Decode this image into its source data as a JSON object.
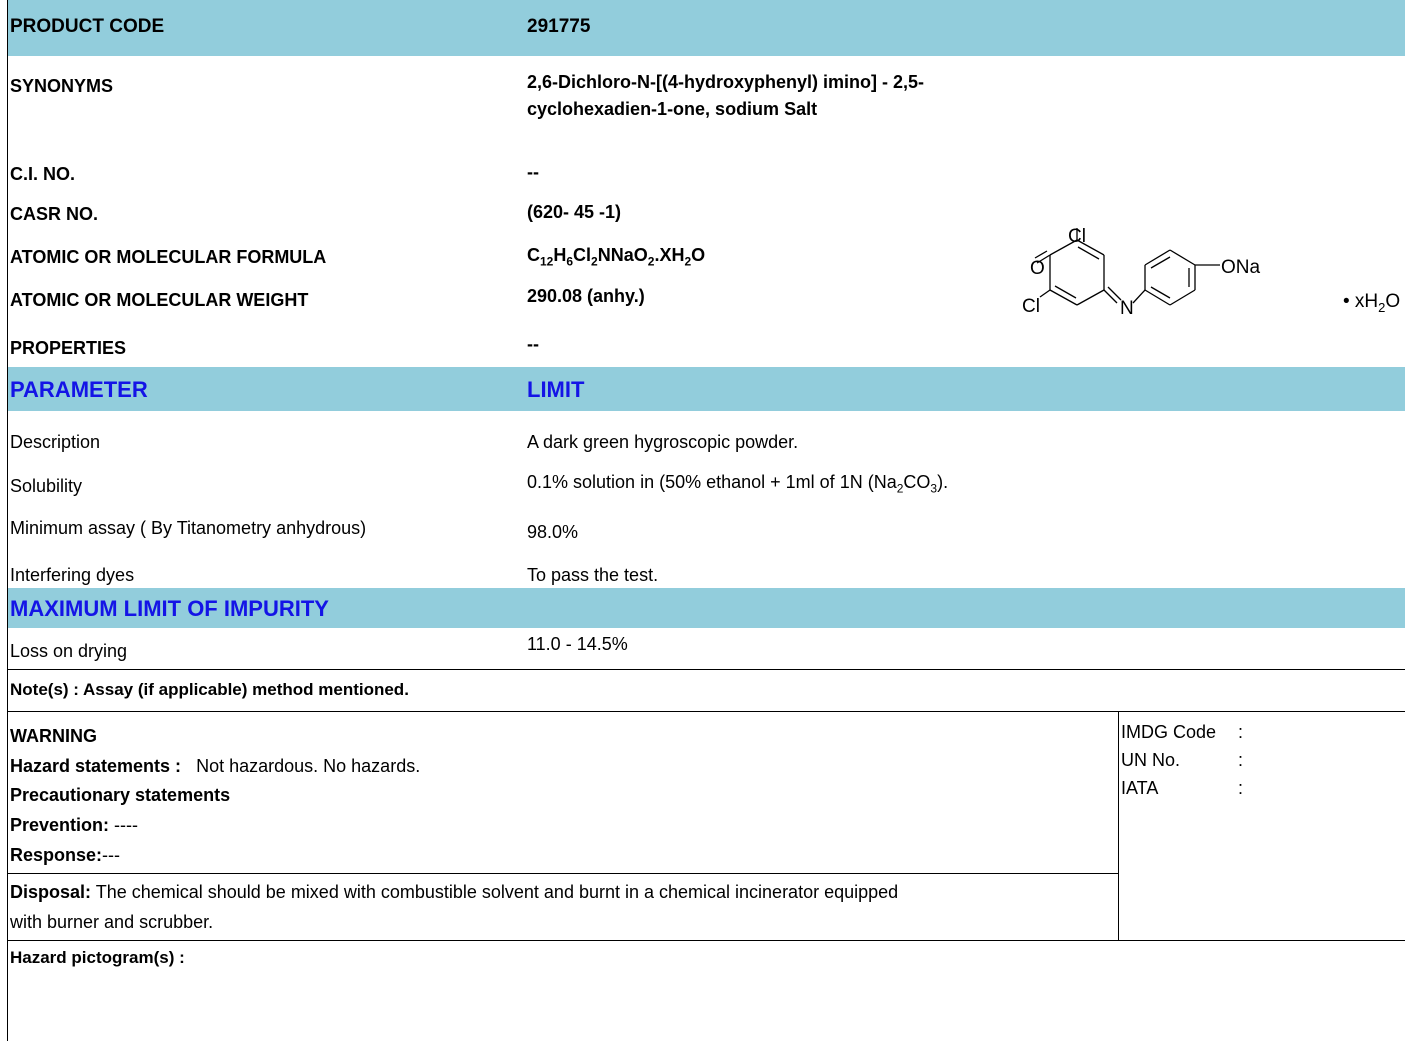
{
  "header": {
    "product_code_label": "PRODUCT CODE",
    "product_code_value": "291775"
  },
  "info": {
    "synonyms_label": "SYNONYMS",
    "synonyms_line1": "2,6-Dichloro-N-[(4-hydroxyphenyl) imino] - 2,5-",
    "synonyms_line2": "cyclohexadien-1-one, sodium Salt",
    "ci_label": "C.I. NO.",
    "ci_value": "--",
    "casr_label": "CASR NO.",
    "casr_value": "(620- 45 -1)",
    "formula_label": "ATOMIC OR MOLECULAR FORMULA",
    "formula": {
      "p1": "C",
      "s1": "12",
      "p2": "H",
      "s2": "6",
      "p3": "Cl",
      "s3": "2",
      "p4": "NNaO",
      "s4": "2",
      "p5": ".XH",
      "s5": "2",
      "p6": "O"
    },
    "weight_label": "ATOMIC OR MOLECULAR WEIGHT",
    "weight_value": "290.08 (anhy.)",
    "properties_label": "PROPERTIES",
    "properties_value": "--"
  },
  "structure": {
    "cl_top": "Cl",
    "o": "O",
    "cl_bottom": "Cl",
    "n": "N",
    "ona": "ONa",
    "hydrate": "• xH",
    "hydrate_sub": "2",
    "hydrate_end": "O"
  },
  "parameter_header": {
    "param": "PARAMETER",
    "limit": "LIMIT"
  },
  "parameters": [
    {
      "name": "Description",
      "limit": "A dark green hygroscopic powder."
    },
    {
      "name": "Solubility",
      "limit_pre": "0.1% solution in (50% ethanol + 1ml of 1N (Na",
      "limit_s1": "2",
      "limit_mid": "CO",
      "limit_s2": "3",
      "limit_post": ")."
    },
    {
      "name": "Minimum assay ( By Titanometry  anhydrous)",
      "limit": "98.0%"
    },
    {
      "name": "Interfering dyes",
      "limit": "To pass the test."
    }
  ],
  "impurity": {
    "header": "MAXIMUM LIMIT OF IMPURITY",
    "name": "Loss on drying",
    "limit": "11.0 - 14.5%"
  },
  "note": "Note(s) : Assay (if applicable) method mentioned.",
  "safety": {
    "warning": "WARNING",
    "hazard_label": "Hazard statements  :",
    "hazard_text": "Not hazardous. No hazards.",
    "precaution_label": "Precautionary statements",
    "prevention_label": "Prevention:",
    "prevention_text": " ----",
    "response_label": "Response:",
    "response_text": "---",
    "disposal_label": "Disposal:",
    "disposal_line1": " The chemical  should be mixed with combustible solvent and burnt in a chemical incinerator equipped",
    "disposal_line2": "with burner and scrubber.",
    "pictogram_label": "Hazard pictogram(s) :"
  },
  "transport": {
    "imdg_label": "IMDG Code",
    "imdg_colon": ":",
    "un_label": "UN No.",
    "un_colon": ":",
    "iata_label": "IATA",
    "iata_colon": ":"
  }
}
